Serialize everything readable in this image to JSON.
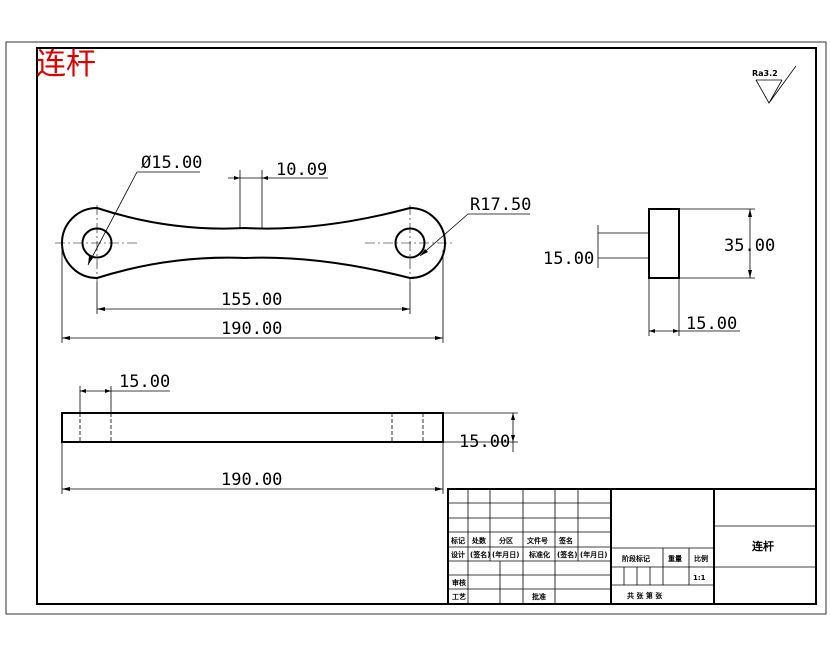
{
  "page_title": "连杆",
  "colors": {
    "title": "#e00000",
    "line": "#000000",
    "background": "#ffffff"
  },
  "roughness": "Ra3.2",
  "front_view": {
    "hole_diameter": "Ø15.00",
    "neck_width": "10.09",
    "end_radius": "R17.50",
    "center_distance": "155.00",
    "overall_length": "190.00"
  },
  "side_view": {
    "thickness_left": "15.00",
    "height": "35.00",
    "width": "15.00"
  },
  "top_view": {
    "boss_width": "15.00",
    "thickness": "15.00",
    "overall_length": "190.00"
  },
  "title_block": {
    "part_name": "连杆",
    "header_labels": [
      "标记",
      "处数",
      "分区",
      "文件号",
      "签名"
    ],
    "design_row": [
      "设计",
      "(签名)",
      "(年月日)",
      "标准化",
      "(签名)",
      "(年月日)"
    ],
    "review_label": "审核",
    "process_label": "工艺",
    "approve_label": "批准",
    "stage_label": "阶段标记",
    "weight_label": "重量",
    "scale_label": "比例",
    "scale_value": "1:1",
    "sheet_text": "共  张  第  张"
  }
}
